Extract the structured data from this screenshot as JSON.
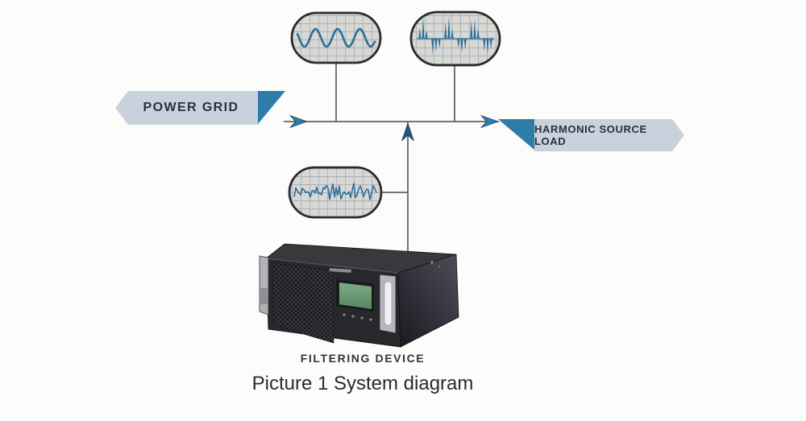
{
  "palette": {
    "background": "#fcfcfb",
    "banner_body": "#c9d2dc",
    "banner_accent": "#2e7da8",
    "arrow_blue": "#2b7ca8",
    "arrow_navy": "#24557e",
    "line_color": "#4a4a4a",
    "scope_fill": "#d8d8d5",
    "scope_grid": "#abb1b7",
    "scope_border": "#2b2b2b",
    "waveform_blue": "#2e6e9a",
    "text_dark": "#28303c",
    "device_front": "#28282c",
    "device_top": "#38383d",
    "lcd_green": "#699c73"
  },
  "banners": {
    "power_grid": {
      "label": "POWER GRID"
    },
    "harmonic_load": {
      "label": "HARMONIC SOURCE LOAD"
    }
  },
  "scopes": [
    {
      "name": "grid-side-scope",
      "waveform": "sine"
    },
    {
      "name": "load-side-scope",
      "waveform": "pulse-train"
    },
    {
      "name": "filter-side-scope",
      "waveform": "distorted"
    }
  ],
  "captions": {
    "device_label": "FILTERING DEVICE",
    "figure_caption": "Picture 1 System diagram"
  }
}
